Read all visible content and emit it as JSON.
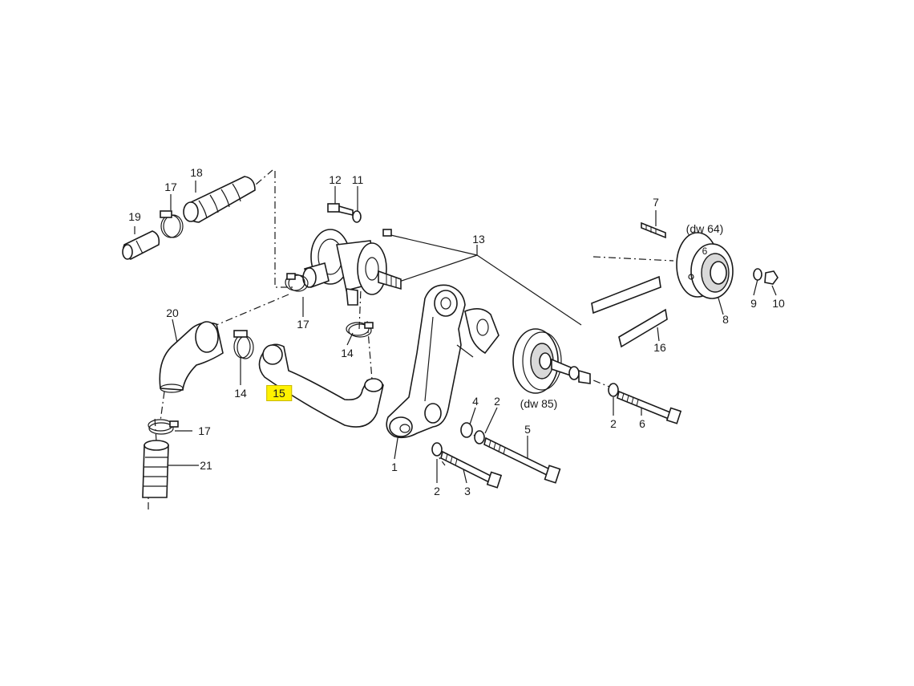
{
  "callouts": {
    "c1": "1",
    "c2a": "2",
    "c2b": "2",
    "c2c": "2",
    "c3": "3",
    "c4": "4",
    "c5": "5",
    "c6": "6",
    "c6b": "6",
    "c7": "7",
    "c8": "8",
    "c9": "9",
    "c10": "10",
    "c11": "11",
    "c12": "12",
    "c13": "13",
    "c14a": "14",
    "c14b": "14",
    "c15": "15",
    "c16": "16",
    "c17a": "17",
    "c17b": "17",
    "c17c": "17",
    "c18": "18",
    "c19": "19",
    "c20": "20",
    "c21": "21"
  },
  "notes": {
    "dw64": "(dw 64)",
    "dw85": "(dw 85)"
  },
  "colors": {
    "highlight": "#fff200",
    "ink": "#1a1a1a"
  }
}
